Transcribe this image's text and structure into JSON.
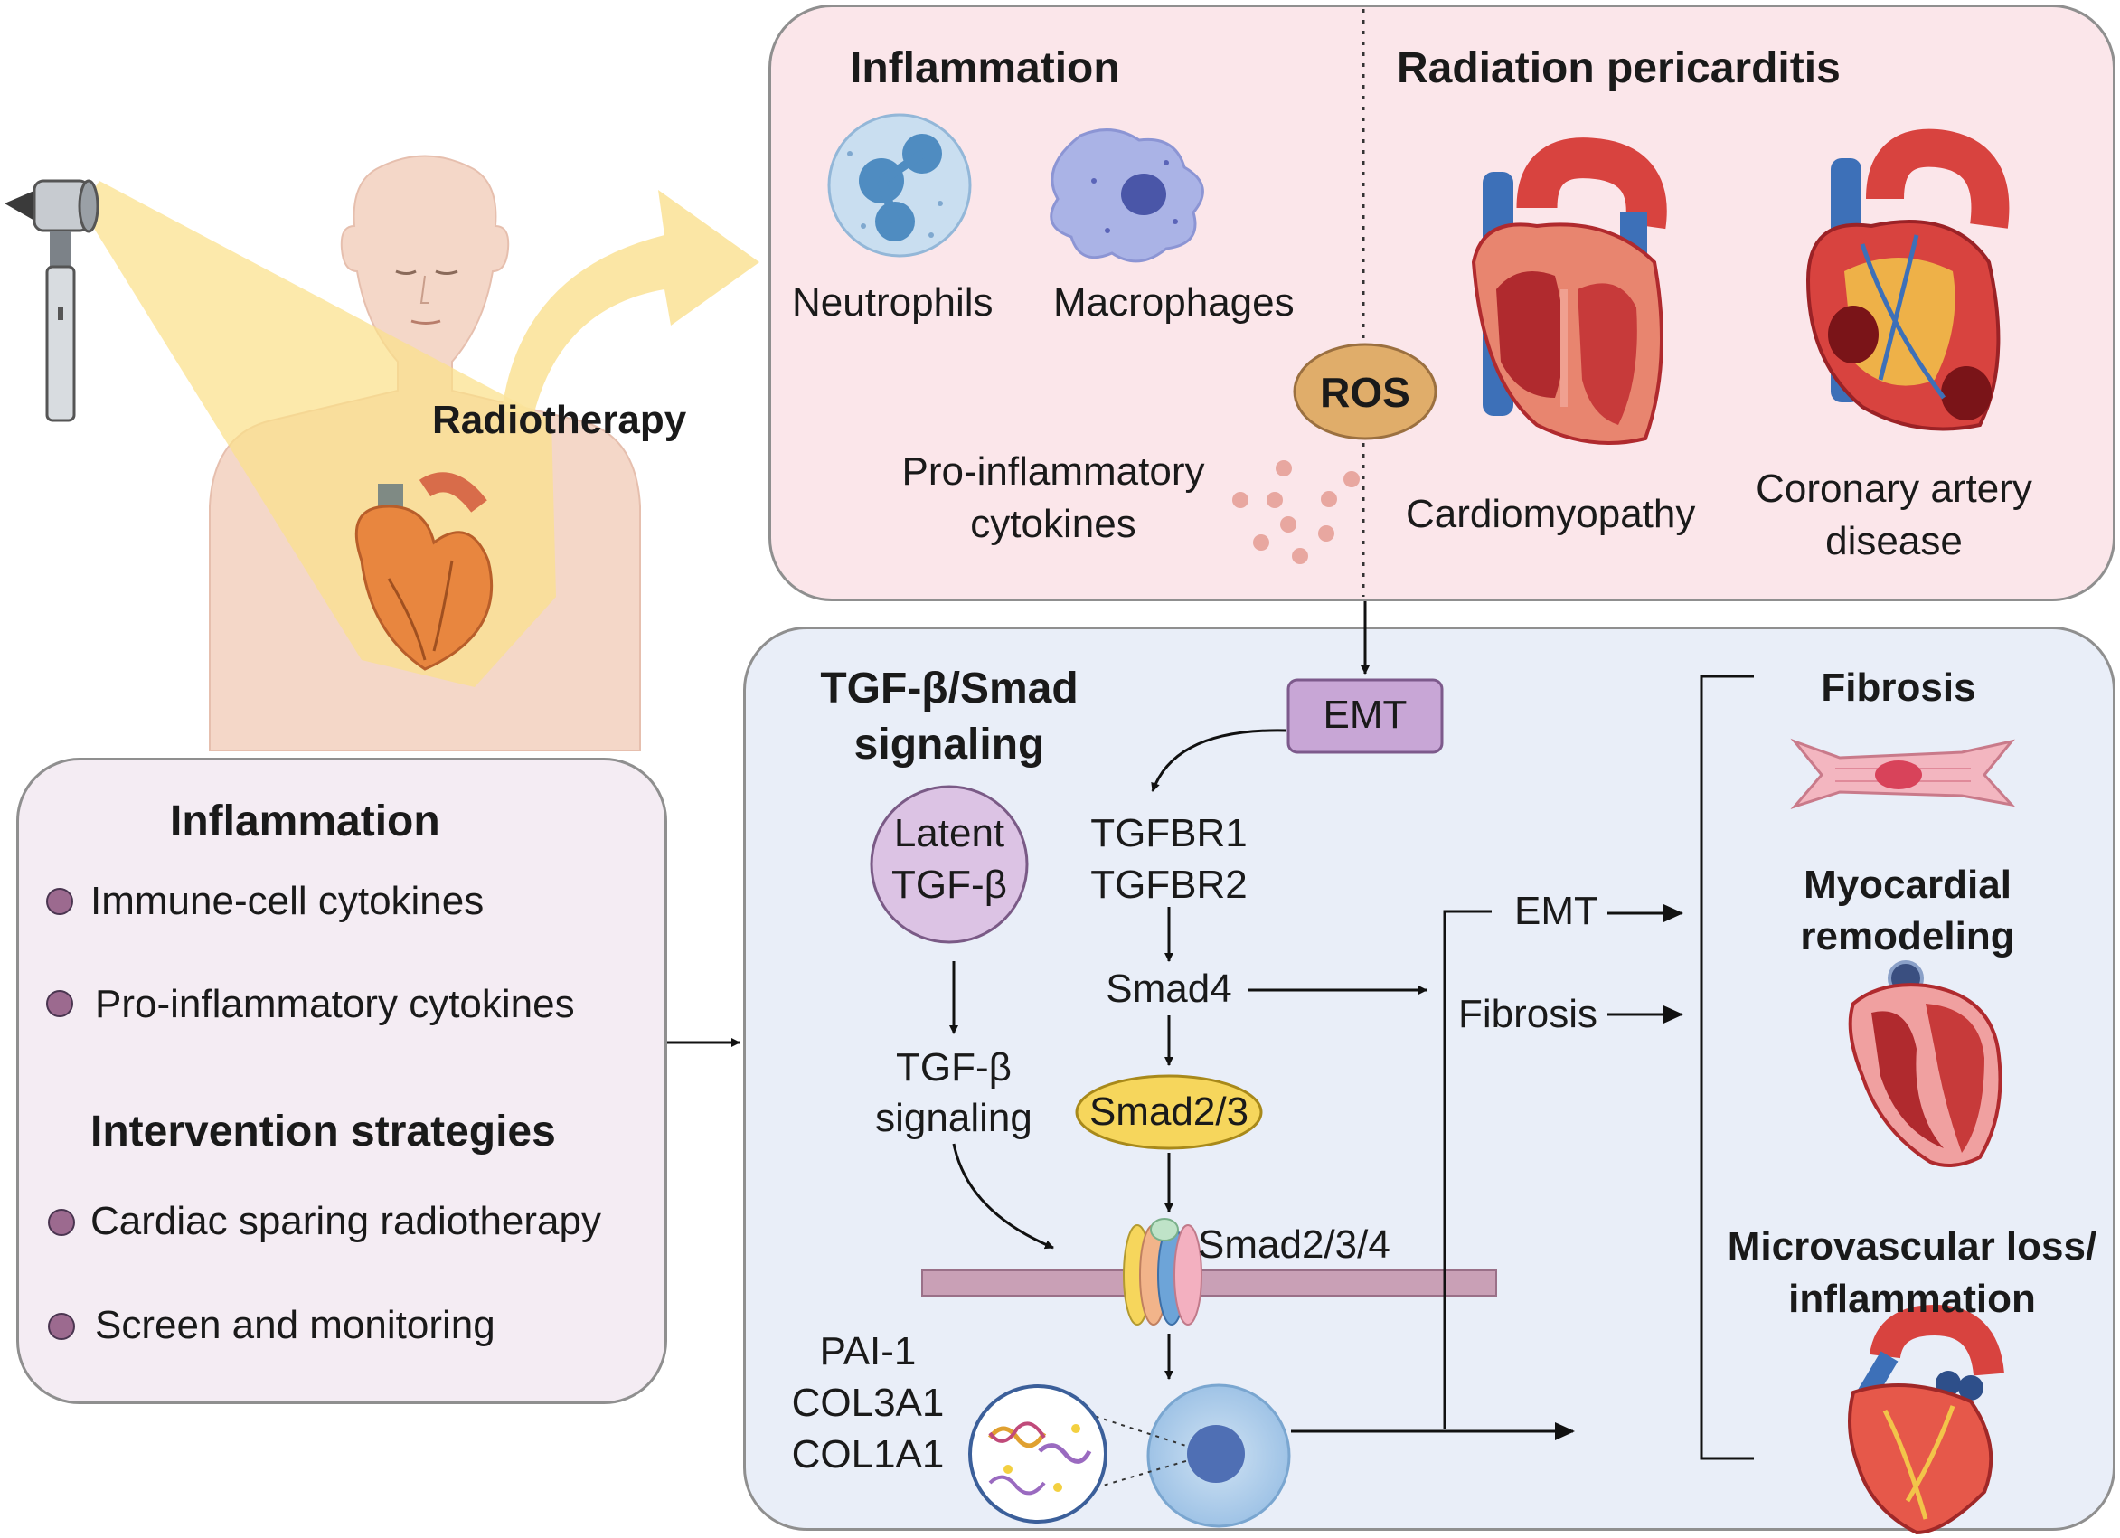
{
  "left": {
    "radiotherapy": "Radiotherapy",
    "inflammation_title": "Inflammation",
    "inflammation_items": [
      "Immune-cell cytokines",
      "Pro-inflammatory cytokines"
    ],
    "intervention_title": "Intervention strategies",
    "intervention_items": [
      "Cardiac sparing radiotherapy",
      "Screen and monitoring"
    ]
  },
  "top": {
    "inflammation_title": "Inflammation",
    "pericarditis_title": "Radiation pericarditis",
    "neutrophils": "Neutrophils",
    "macrophages": "Macrophages",
    "ros": "ROS",
    "cytokines": [
      "Pro-inflammatory",
      "cytokines"
    ],
    "cardiomyopathy": "Cardiomyopathy",
    "cad": [
      "Coronary artery",
      "disease"
    ]
  },
  "pathway": {
    "title": [
      "TGF-β/Smad",
      "signaling"
    ],
    "emt_box": "EMT",
    "latent": [
      "Latent",
      "TGF-β"
    ],
    "receptors": [
      "TGFBR1",
      "TGFBR2"
    ],
    "smad4": "Smad4",
    "tgf_signaling": [
      "TGF-β",
      "signaling"
    ],
    "smad23": "Smad2/3",
    "smad234": "Smad2/3/4",
    "genes": [
      "PAI-1",
      "COL3A1",
      "COL1A1"
    ],
    "emt_label": "EMT",
    "fibrosis_label": "Fibrosis"
  },
  "outcomes": {
    "fibrosis": "Fibrosis",
    "remodeling": [
      "Myocardial",
      "remodeling"
    ],
    "microvascular": [
      "Microvascular loss/",
      "inflammation"
    ]
  },
  "colors": {
    "top_panel": "#fbe6ea",
    "left_panel": "#f4ecf3",
    "bottom_panel": "#e9eef8",
    "emt_box": "#c8a6d6",
    "latent_circle": "#dcc3e4",
    "ros": "#e0ad6a",
    "smad23": "#f6d65c",
    "membrane": "#c9a0b6",
    "bullet": "#9c6a8f",
    "beam": "#fbe08a",
    "heart_red": "#d8433f",
    "heart_dark": "#b02a2e"
  },
  "icons": [
    "otoscope-icon",
    "human-body-icon",
    "neutrophil-icon",
    "macrophage-icon",
    "heart-anatomy-icon",
    "heart-coronary-icon",
    "muscle-cell-icon",
    "heart-remodeling-icon",
    "heart-vessels-icon",
    "cell-nucleus-icon",
    "dna-icon"
  ]
}
